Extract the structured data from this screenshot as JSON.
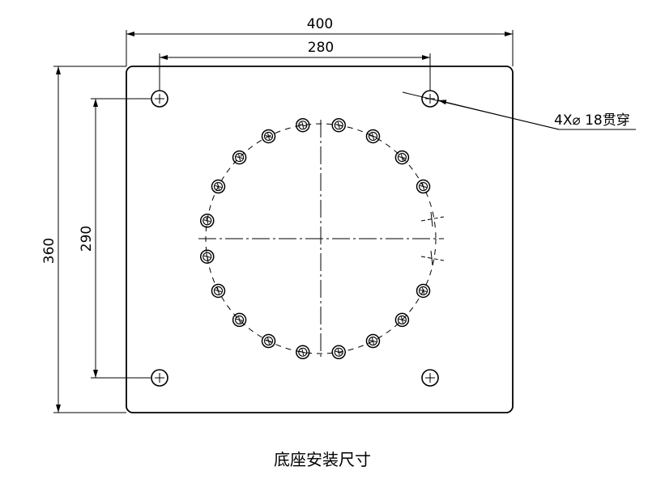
{
  "dimensions": {
    "overall_width": "400",
    "hole_spacing_x": "280",
    "overall_height": "360",
    "hole_spacing_y": "290"
  },
  "note": {
    "hole_callout": "4X⌀ 18贯穿"
  },
  "caption": "底座安装尺寸",
  "colors": {
    "line": "#000000",
    "background": "#ffffff"
  }
}
